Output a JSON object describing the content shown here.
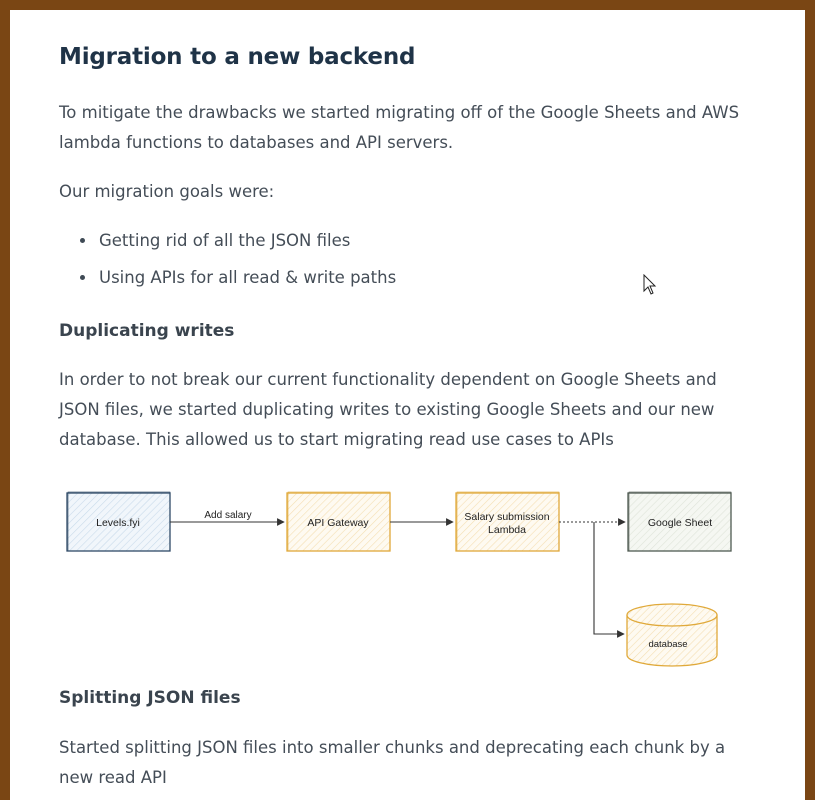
{
  "article": {
    "heading": "Migration to a new backend",
    "intro": "To mitigate the drawbacks we started migrating off of the Google Sheets and AWS lambda functions to databases and API servers.",
    "goals_lead": "Our migration goals were:",
    "goals": [
      "Getting rid of all the JSON files",
      "Using APIs for all read & write paths"
    ],
    "section1": {
      "heading": "Duplicating writes",
      "body": "In order to not break our current functionality dependent on Google Sheets and JSON files, we started duplicating writes to existing Google Sheets and our new database. This allowed us to start migrating read use cases to APIs"
    },
    "section2": {
      "heading": "Splitting JSON files",
      "body": "Started splitting JSON files into smaller chunks and deprecating each chunk by a new read API"
    }
  },
  "diagram": {
    "nodes": {
      "levels": "Levels.fyi",
      "gateway": "API Gateway",
      "lambda_line1": "Salary submission",
      "lambda_line2": "Lambda",
      "sheet": "Google Sheet",
      "database": "database"
    },
    "edge_label": "Add salary",
    "colors": {
      "blue_stroke": "#2f4a66",
      "blue_fill": "#e8f1f9",
      "orange_stroke": "#e0a93a",
      "orange_fill": "#fdf4e2",
      "gray_stroke": "#4f5a52",
      "gray_fill": "#eef1ea"
    }
  }
}
